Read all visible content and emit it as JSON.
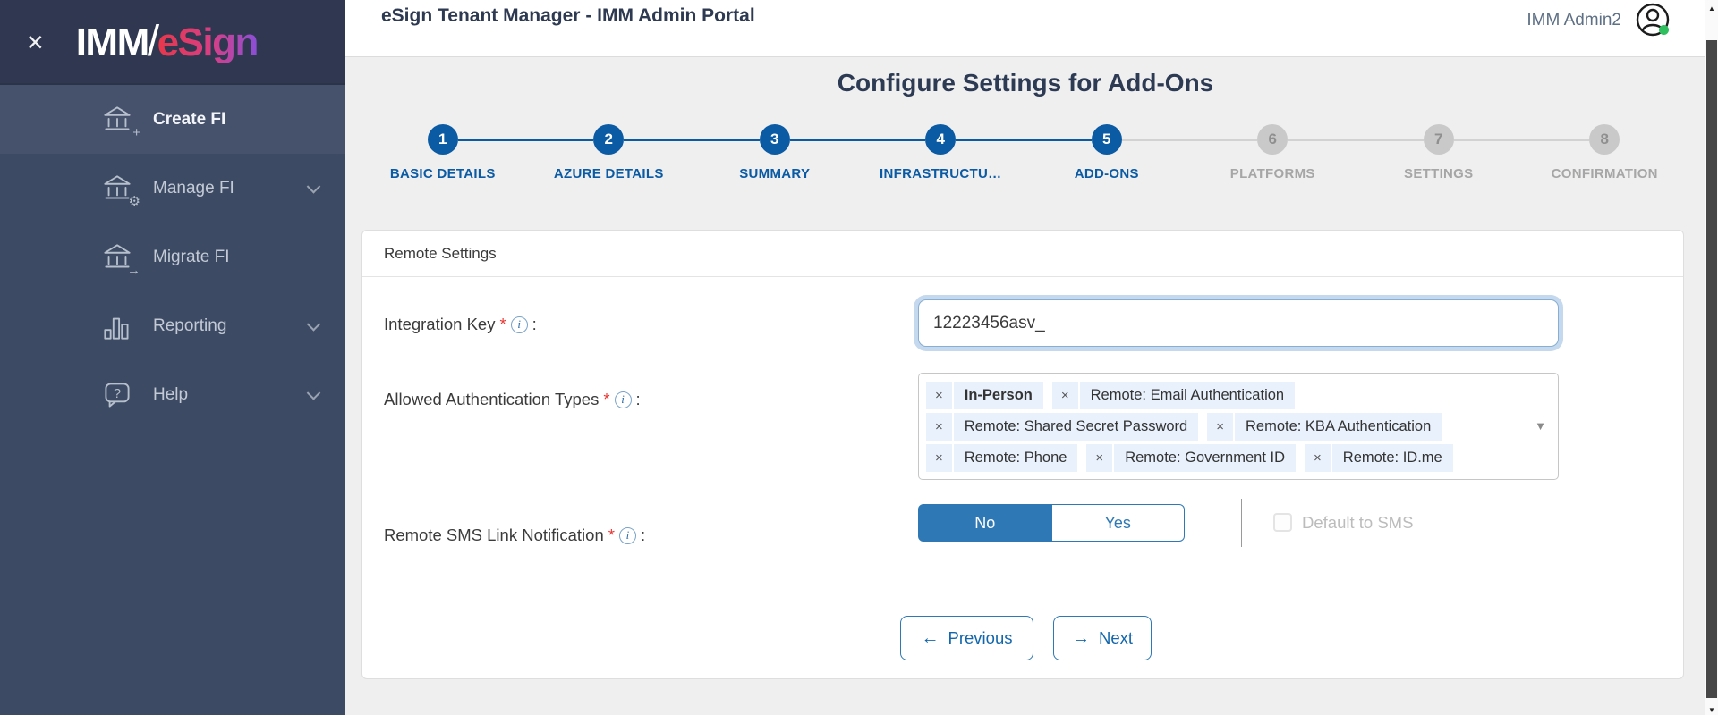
{
  "icons": {
    "close": "×",
    "remove": "×",
    "caret": "▼",
    "info": "i",
    "scroll_up": "▲",
    "scroll_down": "▼",
    "prev_arrow": "←",
    "next_arrow": "→",
    "create_badge": "+",
    "manage_badge": "⚙",
    "migrate_badge": "→"
  },
  "sidebar": {
    "logo_prefix": "IMM",
    "logo_slash": "/",
    "logo_suffix": "eSign",
    "items": [
      {
        "label": "Create FI"
      },
      {
        "label": "Manage FI"
      },
      {
        "label": "Migrate FI"
      },
      {
        "label": "Reporting"
      },
      {
        "label": "Help"
      }
    ]
  },
  "topbar": {
    "title": "eSign Tenant Manager - IMM Admin Portal",
    "user_name": "IMM Admin2"
  },
  "wizard": {
    "heading": "Configure Settings for Add-Ons",
    "steps": [
      {
        "num": "1",
        "label": "BASIC DETAILS"
      },
      {
        "num": "2",
        "label": "AZURE DETAILS"
      },
      {
        "num": "3",
        "label": "SUMMARY"
      },
      {
        "num": "4",
        "label": "INFRASTRUCTU…"
      },
      {
        "num": "5",
        "label": "ADD-ONS"
      },
      {
        "num": "6",
        "label": "PLATFORMS"
      },
      {
        "num": "7",
        "label": "SETTINGS"
      },
      {
        "num": "8",
        "label": "CONFIRMATION"
      }
    ]
  },
  "panel": {
    "title": "Remote Settings",
    "required_marker": "*",
    "colon": ":",
    "integration_key": {
      "label": "Integration Key",
      "value": "12223456asv_"
    },
    "auth_types": {
      "label": "Allowed Authentication Types",
      "tags": [
        {
          "label": "In-Person"
        },
        {
          "label": "Remote: Email Authentication"
        },
        {
          "label": "Remote: Shared Secret Password"
        },
        {
          "label": "Remote: KBA Authentication"
        },
        {
          "label": "Remote: Phone"
        },
        {
          "label": "Remote: Government ID"
        },
        {
          "label": "Remote: ID.me"
        }
      ]
    },
    "sms": {
      "label": "Remote SMS Link Notification",
      "option_no": "No",
      "option_yes": "Yes",
      "selected": "No",
      "checkbox_label": "Default to SMS"
    },
    "previous_label": "Previous",
    "next_label": "Next"
  },
  "colors": {
    "sidebar_navy": "#3c4a63",
    "accent_blue": "#0a5aa4",
    "toggle_blue": "#2e78b5",
    "logo_red": "#e8374a",
    "logo_purple": "#8a4fd8",
    "tag_bg": "#e8f1fc",
    "status_green": "#2fbf5f",
    "required_red": "#e53935"
  }
}
